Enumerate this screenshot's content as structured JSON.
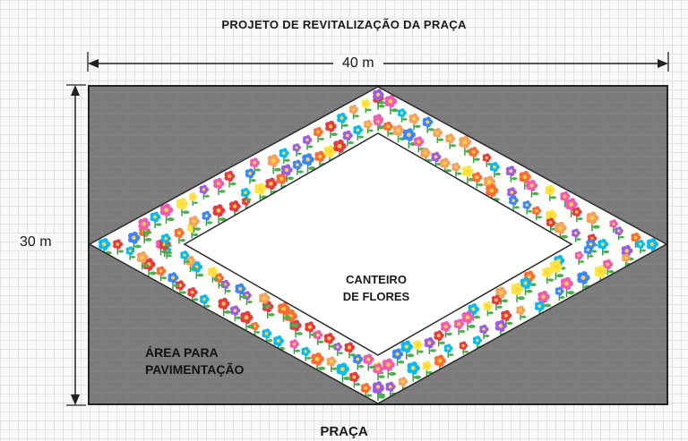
{
  "title": "PROJETO DE REVITALIZAÇÃO DA PRAÇA",
  "width_label": "40 m",
  "height_label": "30 m",
  "paving_label": {
    "line1": "ÁREA PARA",
    "line2": "PAVIMENTAÇÃO"
  },
  "bed_label": {
    "line1": "CANTEIRO",
    "line2": "DE FLORES"
  },
  "bottom_label": "PRAÇA",
  "colors": {
    "paving": "#7b7b7b",
    "border": "#222222",
    "grid": "#e2e2de",
    "bed_inner": "#ffffff"
  },
  "icons": [
    "flower-icon",
    "arrow-left-icon",
    "arrow-right-icon",
    "arrow-up-icon",
    "arrow-down-icon"
  ]
}
